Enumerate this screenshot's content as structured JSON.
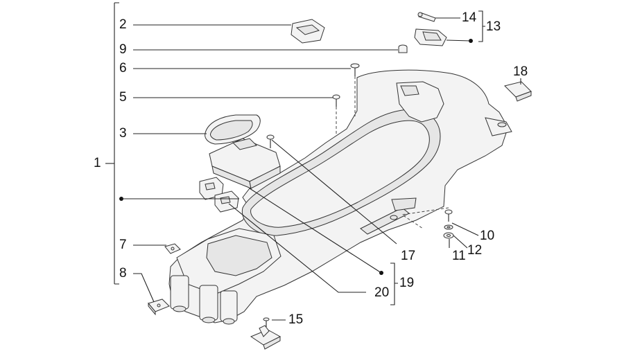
{
  "callouts": {
    "c1": "1",
    "c2": "2",
    "c3": "3",
    "c5": "5",
    "c6": "6",
    "c7": "7",
    "c8": "8",
    "c9": "9",
    "c10": "10",
    "c11": "11",
    "c12": "12",
    "c13": "13",
    "c14": "14",
    "c15": "15",
    "c17": "17",
    "c18": "18",
    "c19": "19",
    "c20": "20"
  }
}
